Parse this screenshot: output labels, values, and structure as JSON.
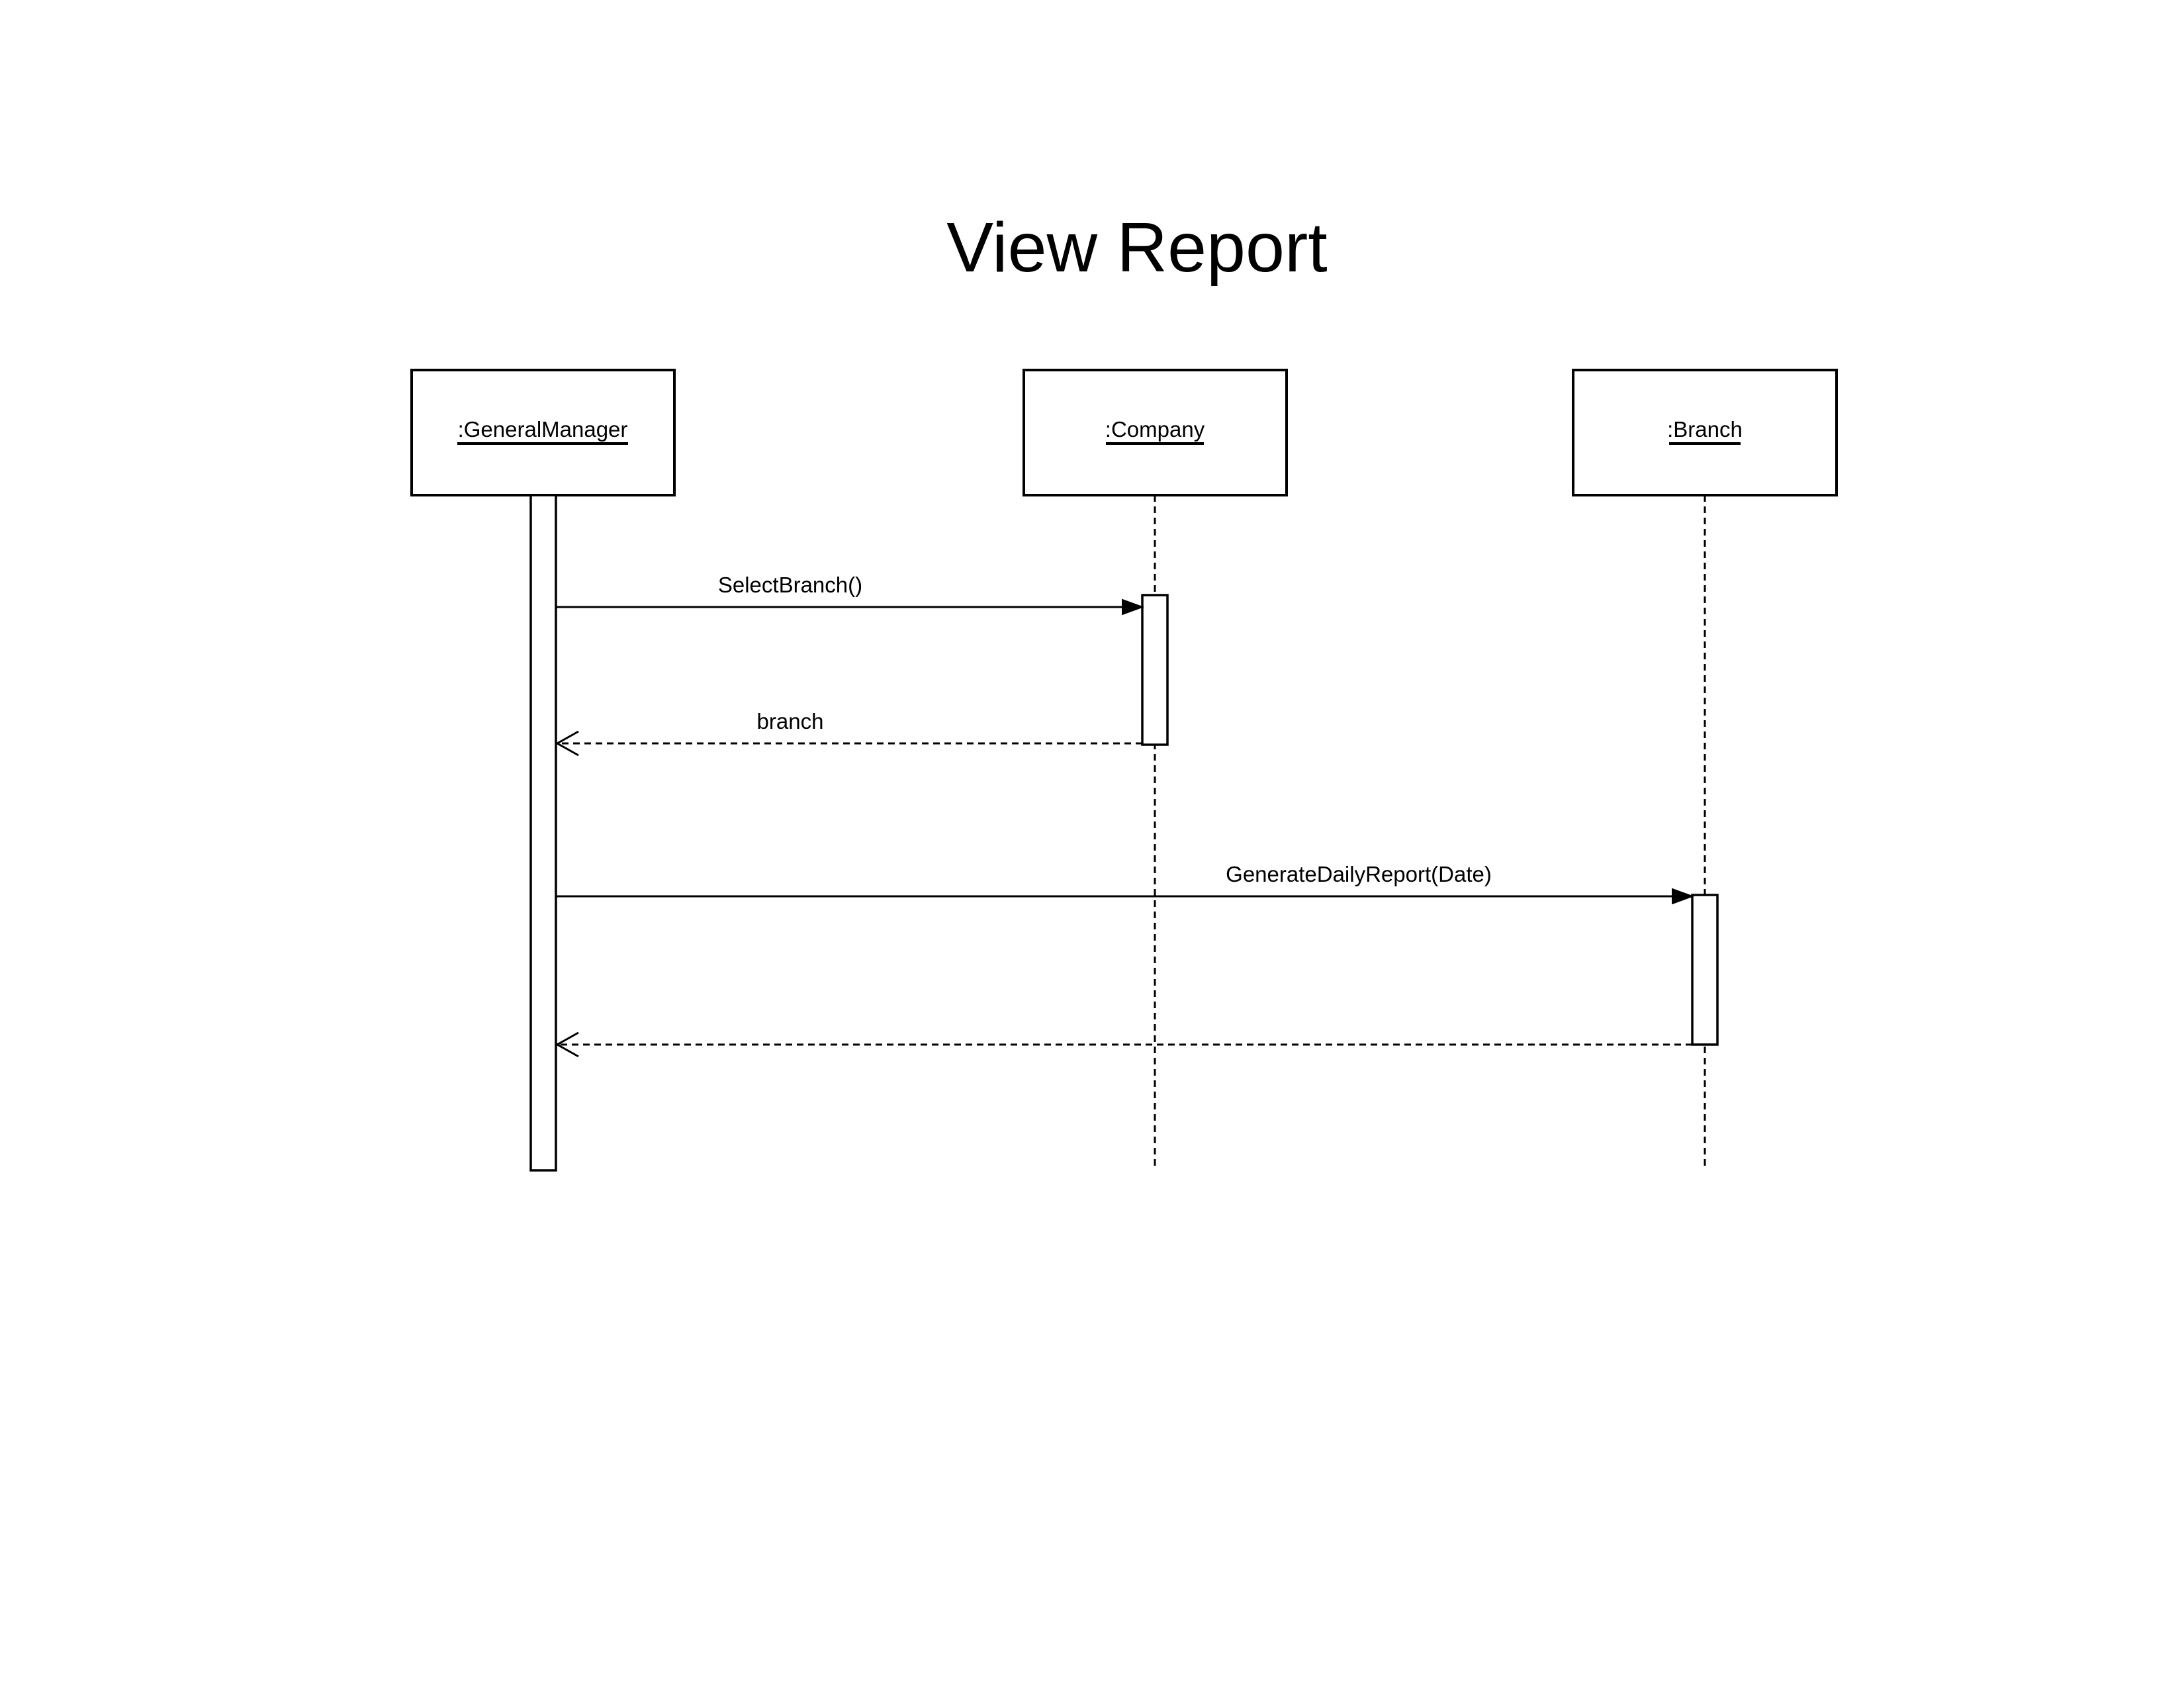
{
  "title": "View Report",
  "participants": [
    {
      "id": "general-manager",
      "label": ":GeneralManager"
    },
    {
      "id": "company",
      "label": ":Company"
    },
    {
      "id": "branch",
      "label": ":Branch"
    }
  ],
  "messages": [
    {
      "id": "select-branch",
      "from": "general-manager",
      "to": "company",
      "kind": "synchronous",
      "label": "SelectBranch()"
    },
    {
      "id": "branch-return",
      "from": "company",
      "to": "general-manager",
      "kind": "return",
      "label": "branch"
    },
    {
      "id": "generate-daily-report",
      "from": "general-manager",
      "to": "branch",
      "kind": "synchronous",
      "label": "GenerateDailyReport(Date)"
    },
    {
      "id": "report-return",
      "from": "branch",
      "to": "general-manager",
      "kind": "return",
      "label": ""
    }
  ]
}
